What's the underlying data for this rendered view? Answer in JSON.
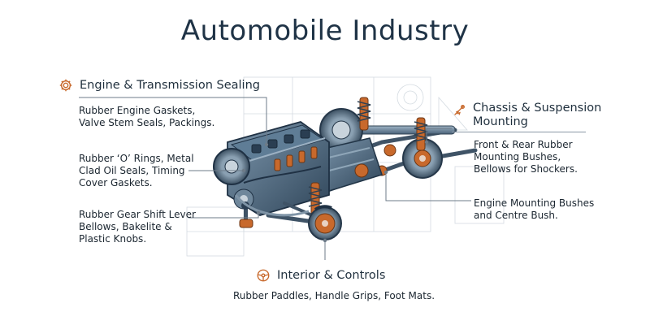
{
  "title": "Automobile Industry",
  "sections": {
    "engine": {
      "icon": "gear-icon",
      "heading": "Engine & Transmission Sealing",
      "lines": [
        "Rubber Engine Gaskets,",
        "Valve Stem Seals, Packings."
      ]
    },
    "oil_seals": {
      "lines": [
        "Rubber ‘O’ Rings, Metal",
        "Clad Oil Seals, Timing",
        "Cover Gaskets."
      ]
    },
    "gear_shift": {
      "lines": [
        "Rubber Gear Shift Lever",
        "Bellows, Bakelite &",
        "Plastic Knobs."
      ]
    },
    "chassis": {
      "icon": "shock-absorber-icon",
      "heading_lines": [
        "Chassis & Suspension",
        "Mounting"
      ],
      "lines": [
        "Front & Rear Rubber",
        "Mounting Bushes,",
        "Bellows for Shockers."
      ]
    },
    "engine_mount": {
      "lines": [
        "Engine Mounting Bushes",
        "and Centre Bush."
      ]
    },
    "interior": {
      "icon": "steering-wheel-icon",
      "heading": "Interior & Controls",
      "lines": [
        "Rubber Paddles, Handle Grips, Foot Mats."
      ]
    }
  },
  "colors": {
    "title": "#1f3346",
    "text": "#1b2630",
    "accent_orange": "#c8692c",
    "metal_blue": "#4f6f8a",
    "line": "#6d7b88"
  }
}
